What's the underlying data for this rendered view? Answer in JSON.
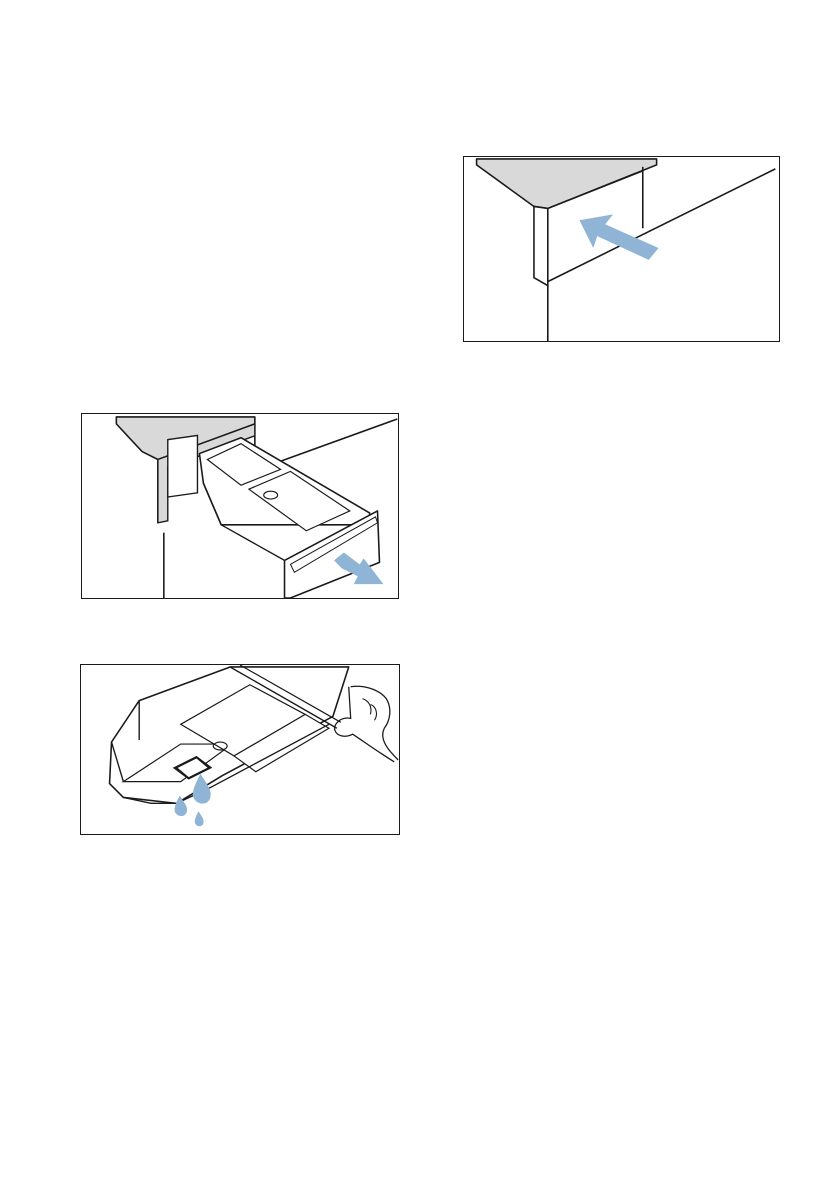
{
  "figures": [
    {
      "id": "pull-out-drawer",
      "arrow_direction": "out"
    },
    {
      "id": "drain-drawer",
      "drops": 3
    },
    {
      "id": "push-in-drawer",
      "arrow_direction": "in"
    }
  ],
  "colors": {
    "line": "#1a1a1a",
    "frame_gray": "#d9d9d9",
    "arrow_blue": "#8fb4d6",
    "water_blue": "#8fb4d6",
    "background": "#ffffff"
  }
}
